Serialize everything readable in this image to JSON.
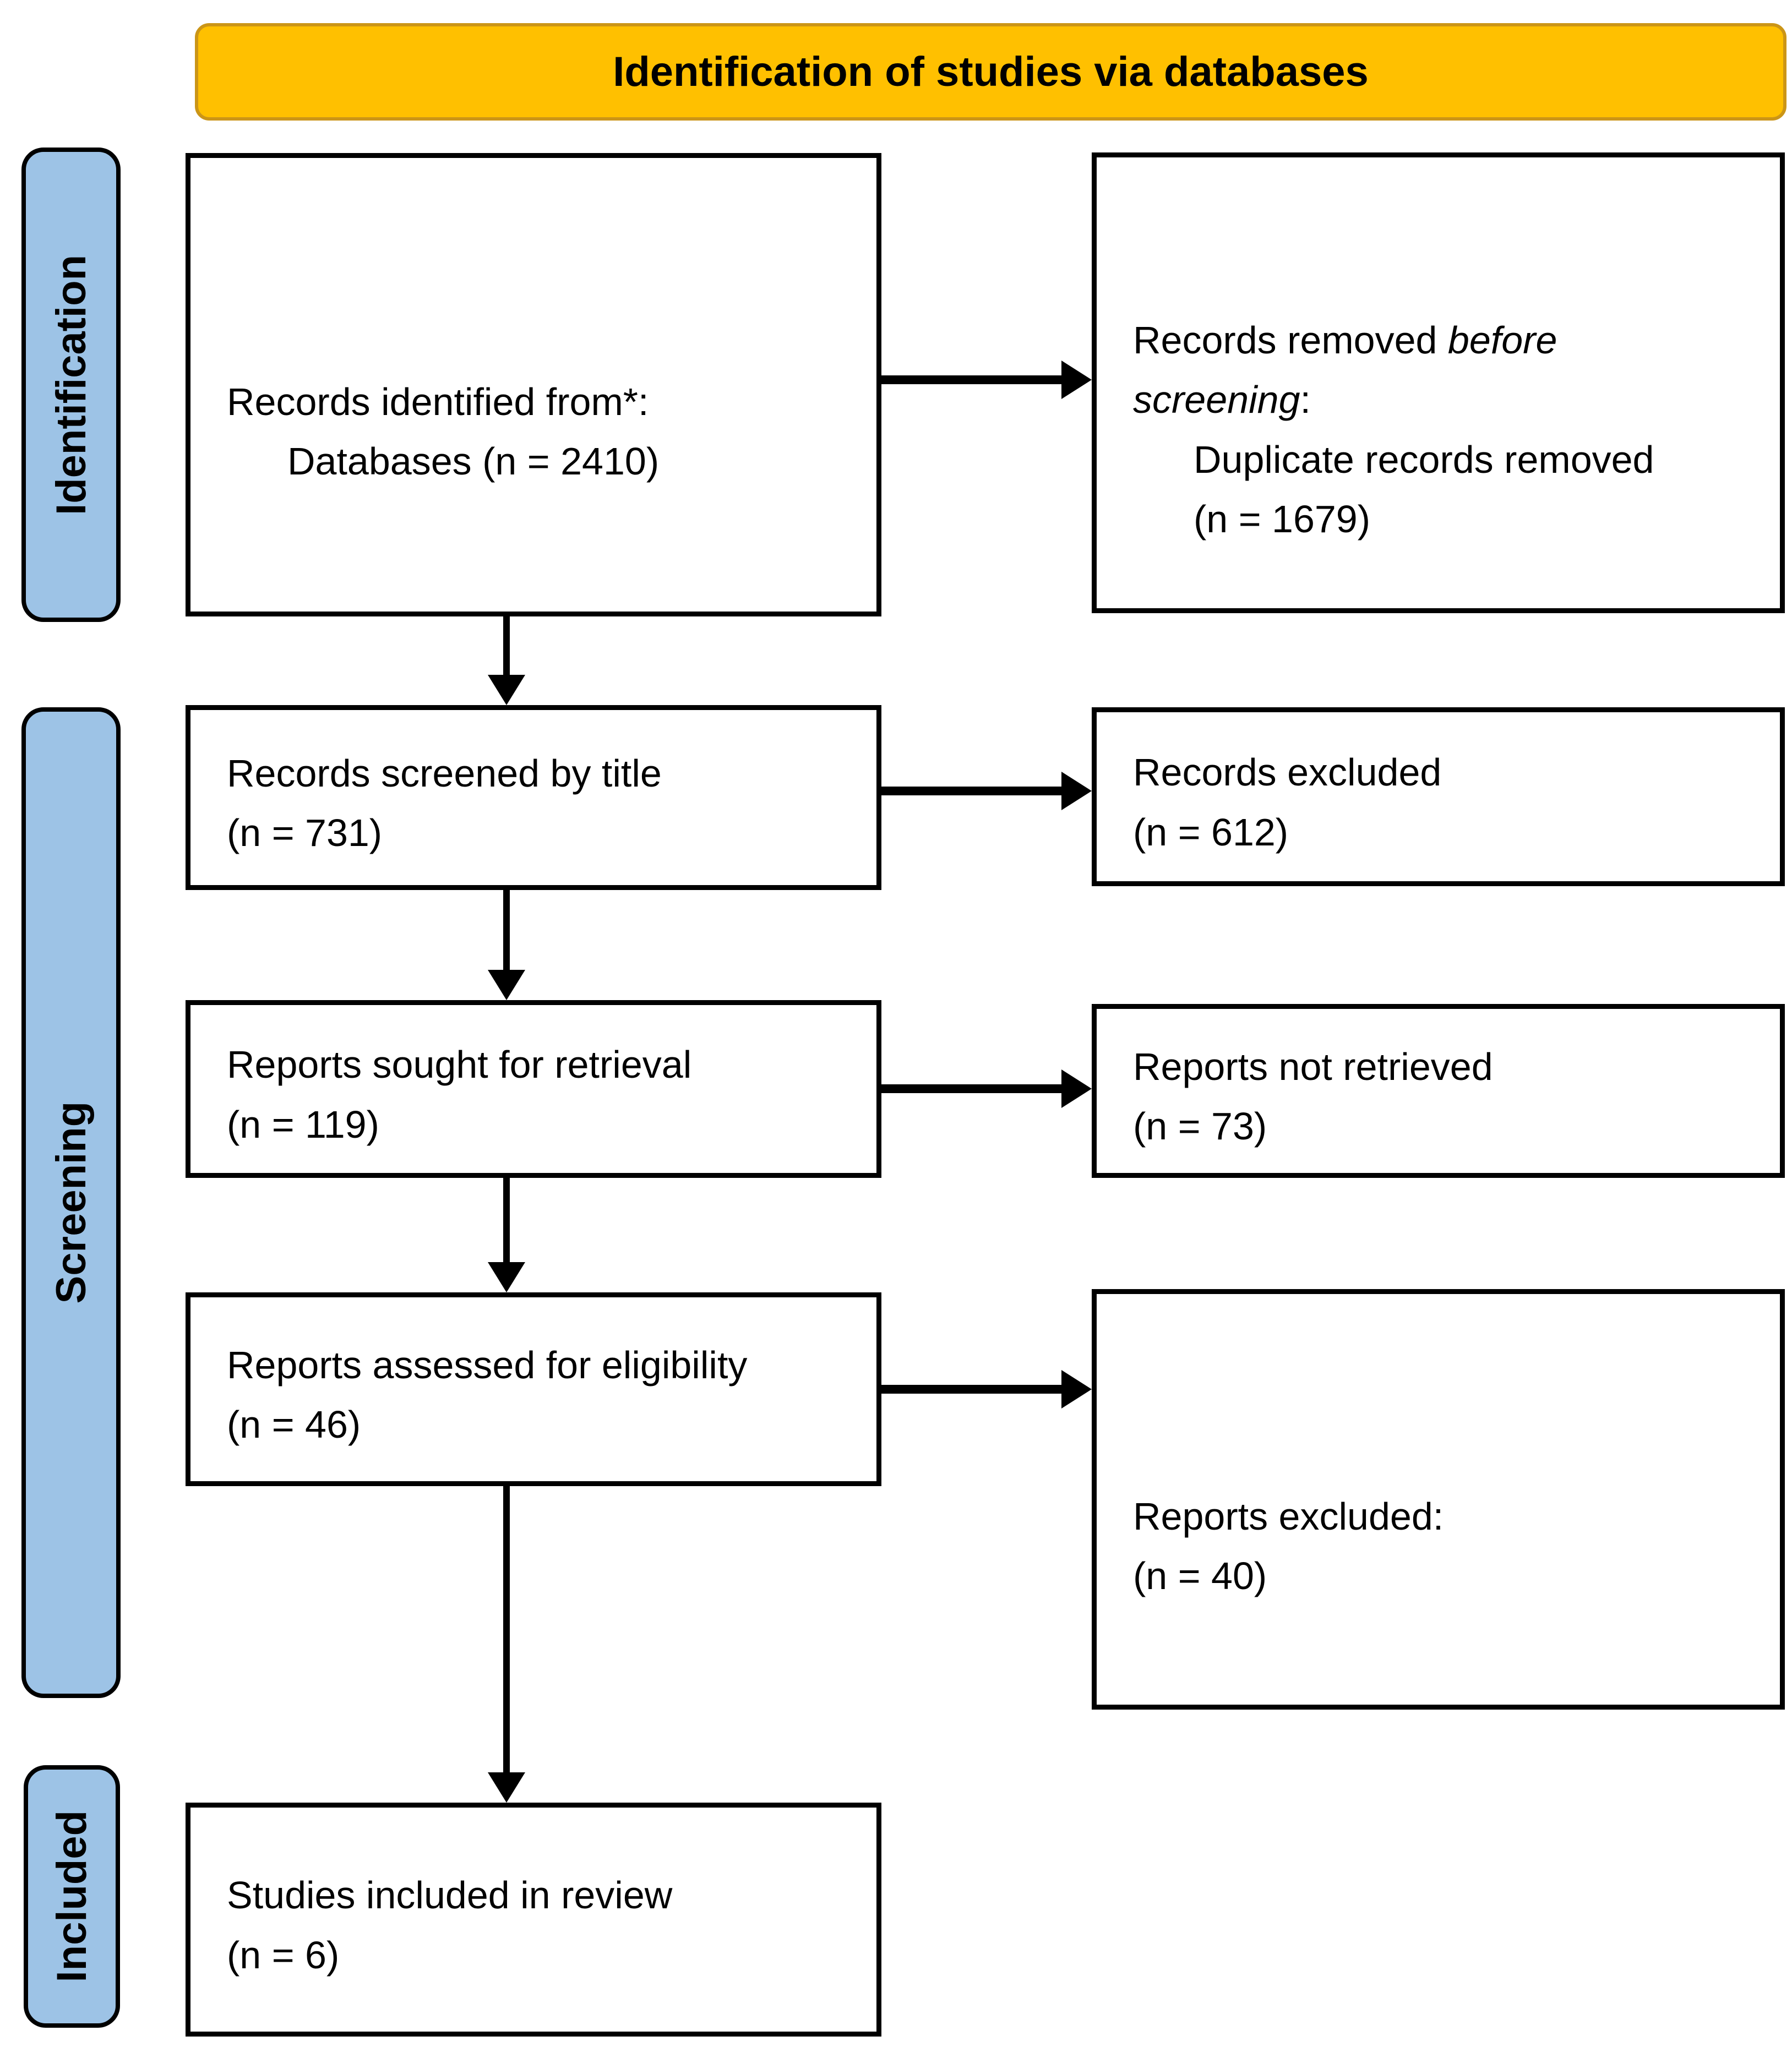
{
  "colors": {
    "header_bg": "#FFC000",
    "stage_bg": "#9DC3E6"
  },
  "header": {
    "label": "Identification of studies via databases"
  },
  "stages": [
    {
      "label": "Identification"
    },
    {
      "label": "Screening"
    },
    {
      "label": "Included"
    }
  ],
  "boxes": {
    "identified": {
      "line1": "Records identified from*:",
      "line2": "Databases (n = 2410)"
    },
    "removed": {
      "t_regular1": "Records removed ",
      "t_italic1": "before",
      "t_italic2": "screening",
      "t_regular2": ":",
      "line3": "Duplicate records removed",
      "line4": "(n = 1679)"
    },
    "screened": {
      "line1": "Records screened by title",
      "line2": "(n = 731)"
    },
    "records_excluded": {
      "line1": "Records excluded",
      "line2": "(n = 612)"
    },
    "sought": {
      "line1": "Reports sought for retrieval",
      "line2": "(n = 119)"
    },
    "not_retrieved": {
      "line1": "Reports not retrieved",
      "line2": "(n = 73)"
    },
    "assessed": {
      "line1": "Reports assessed for eligibility",
      "line2": "(n = 46)"
    },
    "reports_excluded": {
      "line1": "Reports excluded:",
      "line2": "(n = 40)"
    },
    "included_studies": {
      "line1": "Studies included in review",
      "line2": "(n = 6)"
    }
  }
}
